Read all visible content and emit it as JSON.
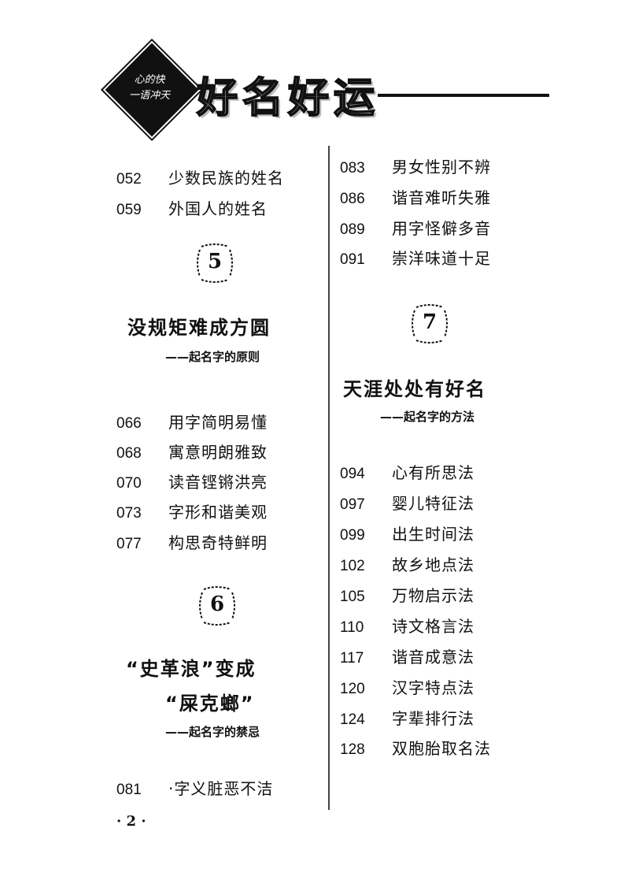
{
  "header": {
    "logo_line1": "心的快",
    "logo_line2": "一语冲天",
    "title": "好名好运"
  },
  "left_column": {
    "entries_top": [
      {
        "num": "052",
        "text": "少数民族的姓名"
      },
      {
        "num": "059",
        "text": "外国人的姓名"
      }
    ],
    "chapter5": {
      "badge": "5",
      "title": "没规矩难成方圆",
      "subtitle": "——起名字的原则",
      "entries": [
        {
          "num": "066",
          "text": "用字简明易懂"
        },
        {
          "num": "068",
          "text": "寓意明朗雅致"
        },
        {
          "num": "070",
          "text": "读音铿锵洪亮"
        },
        {
          "num": "073",
          "text": "字形和谐美观"
        },
        {
          "num": "077",
          "text": "构思奇特鲜明"
        }
      ]
    },
    "chapter6": {
      "badge": "6",
      "title_line1": "“史革浪”变成",
      "title_line2": "“屎克螂”",
      "subtitle": "——起名字的禁忌",
      "entries": [
        {
          "num": "081",
          "text": "·字义脏恶不洁"
        }
      ]
    }
  },
  "right_column": {
    "entries_top": [
      {
        "num": "083",
        "text": "男女性别不辨"
      },
      {
        "num": "086",
        "text": "谐音难听失雅"
      },
      {
        "num": "089",
        "text": "用字怪僻多音"
      },
      {
        "num": "091",
        "text": "崇洋味道十足"
      }
    ],
    "chapter7": {
      "badge": "7",
      "title": "天涯处处有好名",
      "subtitle": "——起名字的方法",
      "entries": [
        {
          "num": "094",
          "text": "心有所思法"
        },
        {
          "num": "097",
          "text": "婴儿特征法"
        },
        {
          "num": "099",
          "text": "出生时间法"
        },
        {
          "num": "102",
          "text": "故乡地点法"
        },
        {
          "num": "105",
          "text": "万物启示法"
        },
        {
          "num": "110",
          "text": "诗文格言法"
        },
        {
          "num": "117",
          "text": "谐音成意法"
        },
        {
          "num": "120",
          "text": "汉字特点法"
        },
        {
          "num": "124",
          "text": "字辈排行法"
        },
        {
          "num": "128",
          "text": "双胞胎取名法"
        }
      ]
    }
  },
  "footer": {
    "page_number": "· 2 ·"
  }
}
